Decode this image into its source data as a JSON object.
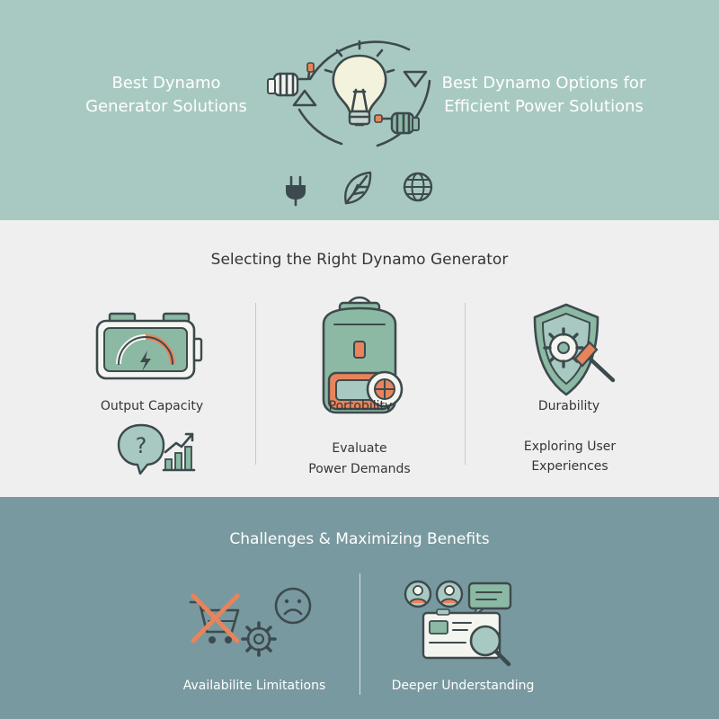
{
  "header": {
    "left_title": "Best Dynamo\nGenerator Solutions",
    "right_title": "Best Dynamo Options for\nEfficient Power Solutions",
    "icons": [
      "hand-crank-icon",
      "light-bulb-icon",
      "hand-crank-icon",
      "plug-icon",
      "leaf-icon",
      "globe-icon"
    ]
  },
  "selection": {
    "title": "Selecting the Right Dynamo Generator",
    "columns": [
      {
        "label": "Output Capacity",
        "sub": "",
        "icon": "battery-gauge-icon"
      },
      {
        "label": "Portobility",
        "sub": "Evaluate\nPower Demands",
        "icon": "backpack-icon"
      },
      {
        "label": "Durability",
        "sub": "Exploring User\nExperiences",
        "icon": "shield-gear-icon"
      }
    ],
    "extra_icons": [
      "question-bubble-icon",
      "growth-chart-icon"
    ]
  },
  "challenges": {
    "title": "Challenges & Maximizing Benefits",
    "items": [
      {
        "label": "Availabilite Limitations",
        "icon": "crossed-cart-icon"
      },
      {
        "label": "Deeper Understanding",
        "icon": "research-team-icon"
      }
    ]
  },
  "colors": {
    "top_bg": "#a8c9c1",
    "mid_bg": "#efefef",
    "bottom_bg": "#78999f",
    "accent_orange": "#e8845c",
    "accent_green": "#8cb9a4",
    "line_dark": "#3d4a4d"
  }
}
